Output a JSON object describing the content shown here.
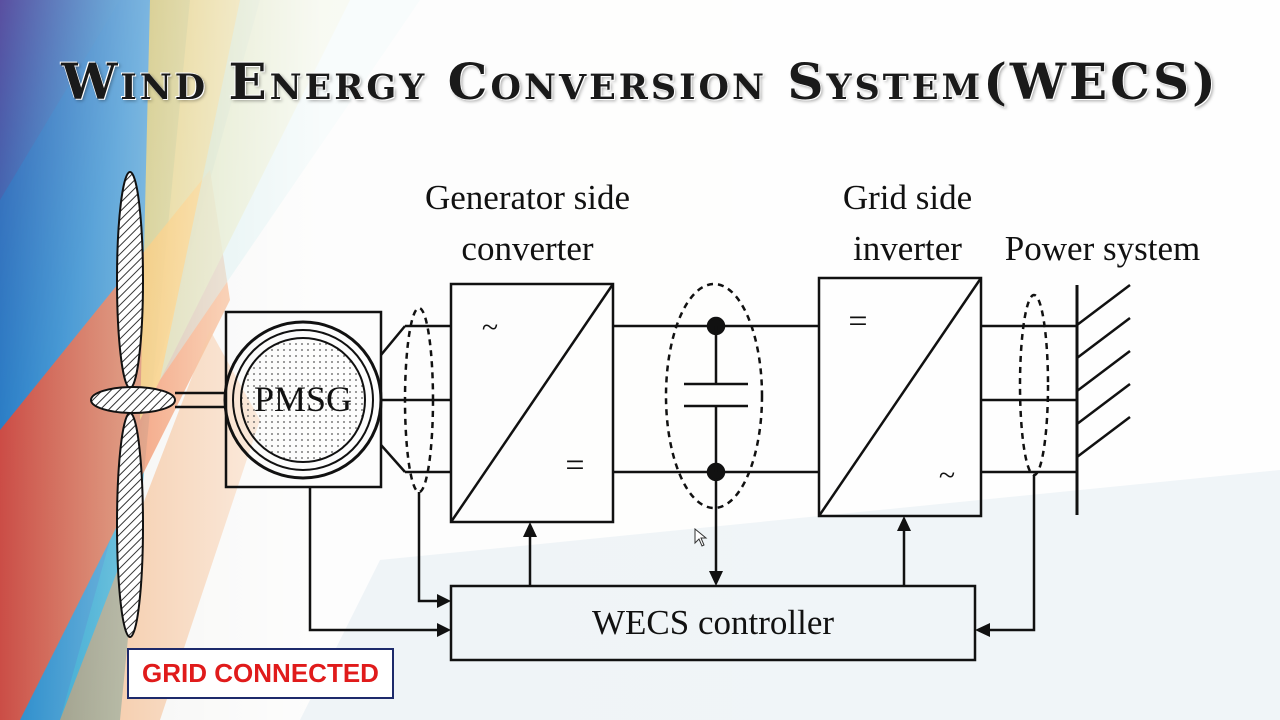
{
  "slide": {
    "title": "Wind Energy Conversion System(WECS)",
    "badge": "GRID CONNECTED"
  },
  "diagram": {
    "generator_label": "PMSG",
    "gen_converter_label": [
      "Generator side",
      "converter"
    ],
    "grid_inverter_label": [
      "Grid side",
      "inverter"
    ],
    "power_system_label": "Power system",
    "controller_label": "WECS controller",
    "ac_symbol": "~",
    "dc_symbol": "="
  },
  "colors": {
    "badge_text": "#e01b1b",
    "badge_border": "#1d2a6b",
    "diagram_line": "#111111"
  }
}
